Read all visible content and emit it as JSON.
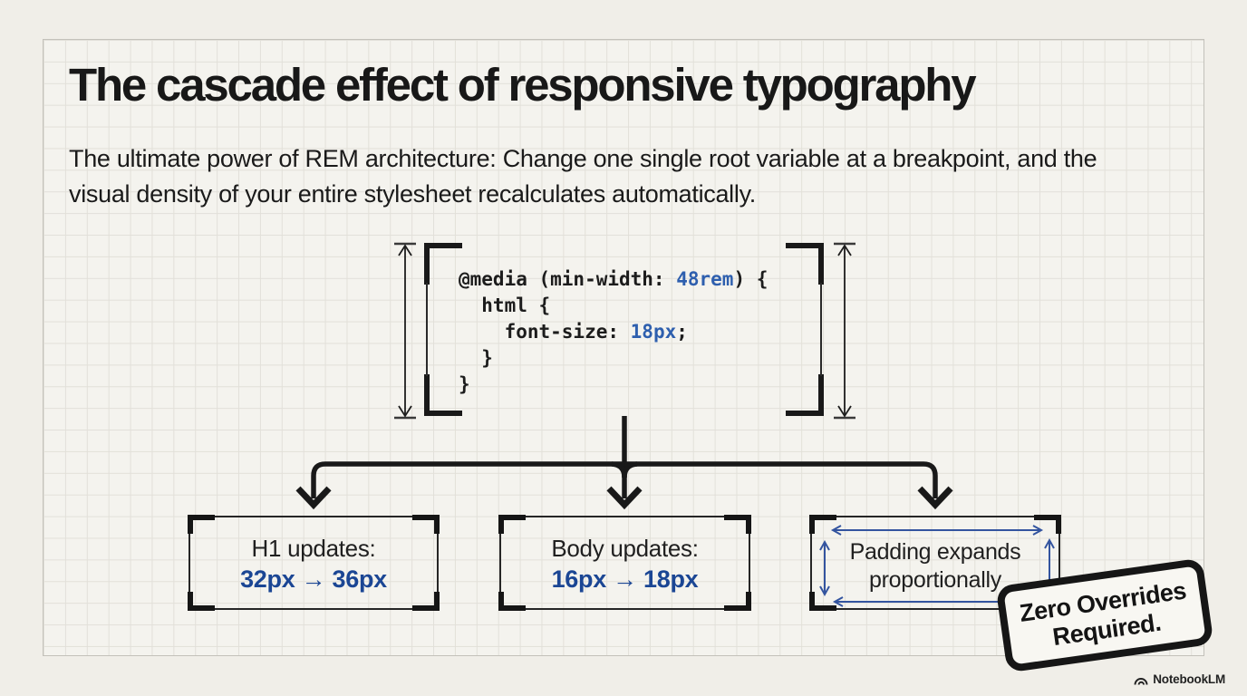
{
  "page": {
    "title": "The cascade effect of responsive typography",
    "subtitle": "The ultimate power of REM architecture: Change one single root variable at a breakpoint, and the visual density of your entire stylesheet recalculates automatically."
  },
  "code": {
    "lines": [
      {
        "pre": "@media (min-width: ",
        "accent": "48rem",
        "post": ") {"
      },
      {
        "pre": "  html {",
        "accent": "",
        "post": ""
      },
      {
        "pre": "    font-size: ",
        "accent": "18px",
        "post": ";"
      },
      {
        "pre": "  }",
        "accent": "",
        "post": ""
      },
      {
        "pre": "}",
        "accent": "",
        "post": ""
      }
    ]
  },
  "boxes": [
    {
      "title": "H1 updates:",
      "value": "32px → 36px"
    },
    {
      "title": "Body updates:",
      "value": "16px → 18px"
    },
    {
      "title": "Padding expands",
      "subtitle": "proportionally"
    }
  ],
  "stamp": {
    "line1": "Zero Overrides",
    "line2": "Required."
  },
  "watermark": {
    "label": "NotebookLM"
  },
  "colors": {
    "page_background": "#f0eee8",
    "card_background": "#f4f3ee",
    "grid_line": "#e2e0d9",
    "ink_black": "#191919",
    "code_accent_blue": "#2e5fae",
    "value_blue": "#1b4694",
    "measure_arrow_blue": "#33549f"
  }
}
